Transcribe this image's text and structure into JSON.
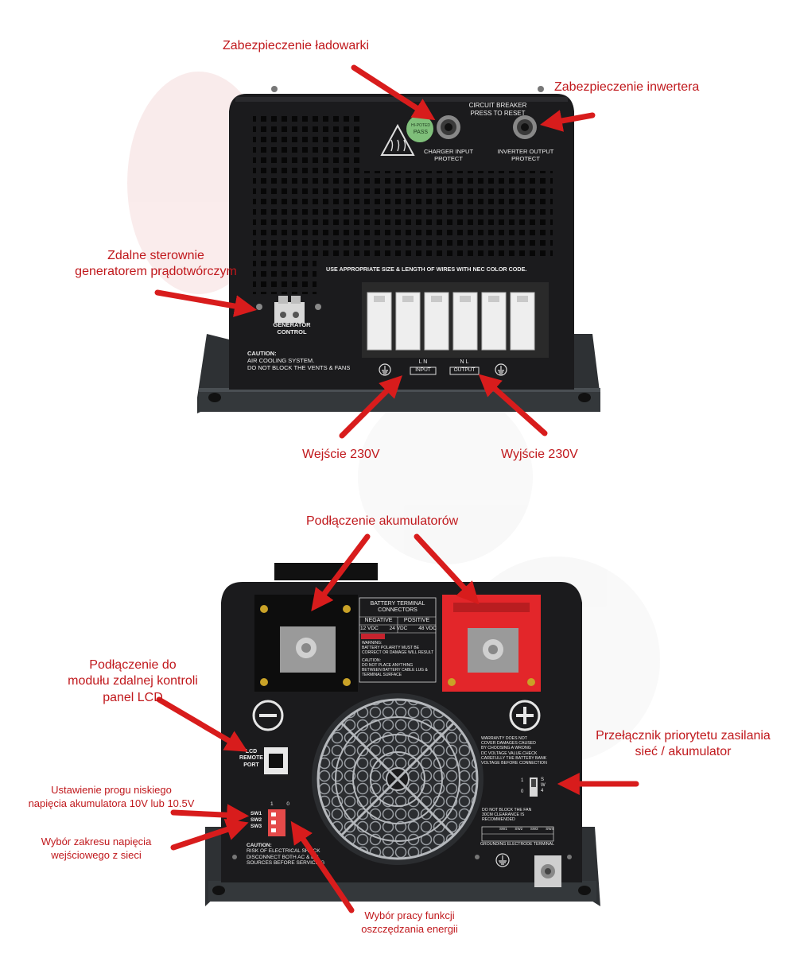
{
  "top_unit": {
    "circuit_breaker_title": [
      "CIRCUIT BREAKER",
      "PRESS TO RESET"
    ],
    "charger_input_protect": [
      "CHARGER INPUT",
      "PROTECT"
    ],
    "inverter_output_protect": [
      "INVERTER OUTPUT",
      "PROTECT"
    ],
    "hipot_sticker": [
      "HI-POTED",
      "PASS"
    ],
    "wire_note": "USE APPROPRIATE SIZE & LENGTH OF WIRES WITH NEC COLOR CODE.",
    "generator_control": [
      "GENERATOR",
      "CONTROL"
    ],
    "caution": [
      "CAUTION:",
      "AIR COOLING SYSTEM.",
      "DO NOT BLOCK THE VENTS & FANS"
    ],
    "input_terminals": "L   N",
    "output_terminals": "N   L",
    "input_label": "INPUT",
    "output_label": "OUTPUT"
  },
  "bottom_unit": {
    "battery_table_title": [
      "BATTERY TERMINAL",
      "CONNECTORS"
    ],
    "negative_label": "NEGATIVE",
    "positive_label": "POSITIVE",
    "voltages": [
      "12 VDC",
      "24 VDC",
      "48 VDC"
    ],
    "warning_text": [
      "WARNING:",
      "BATTERY POLARITY MUST BE",
      "CORRECT OR DAMAGE WILL RESULT"
    ],
    "caution_text": [
      "CAUTION:",
      "DO NOT PLACE ANYTHING",
      "BETWEEN BATTERY CABLE LUG &",
      "TERMINAL SURFACE"
    ],
    "lcd_port": [
      "LCD",
      "REMOTE",
      "PORT"
    ],
    "switch_labels": [
      "SW1",
      "SW2",
      "SW3"
    ],
    "switch_positions": [
      "1",
      "0"
    ],
    "warranty_text": [
      "WARRANTY DOES NOT",
      "COVER DAMAGES CAUSED",
      "BY CHOOSING A WRONG",
      "DC VOLTAGE VALUE.CHECK",
      "CAREFULLY THE BATTERY BANK",
      "VOLTAGE BEFORE CONNECTION"
    ],
    "fan_note": [
      "DO NOT BLOCK THE FAN",
      "30CM CLEARANCE IS",
      "RECOMMENDED"
    ],
    "sw_table_headers": [
      "SW1",
      "SW2",
      "SW3",
      "SW4"
    ],
    "grounding_label": "GROUNDING ELECTRODE TERMINAL",
    "caution_bottom": [
      "CAUTION:",
      "RISK OF ELECTRICAL SHOCK",
      "DISCONNECT BOTH AC & DC",
      "SOURCES BEFORE SERVICING"
    ],
    "priority_switch_letters": [
      "S",
      "W",
      "4"
    ],
    "priority_switch_positions": [
      "1",
      "0"
    ]
  },
  "callouts": {
    "charger_protection": "Zabezpieczenie ładowarki",
    "inverter_protection": "Zabezpieczenie inwertera",
    "generator_remote": [
      "Zdalne sterownie",
      "generatorem prądotwórczym"
    ],
    "input_230": "Wejście 230V",
    "output_230": "Wyjście 230V",
    "battery_connection": "Podłączenie akumulatorów",
    "lcd_module": [
      "Podłączenie do",
      "modułu zdalnej kontroli",
      "panel LCD"
    ],
    "priority_switch": [
      "Przełącznik priorytetu zasilania",
      "sieć / akumulator"
    ],
    "low_voltage_threshold": [
      "Ustawienie progu niskiego",
      "napięcia akumulatora 10V lub 10.5V"
    ],
    "input_voltage_range": [
      "Wybór zakresu napięcia",
      "wejściowego z sieci"
    ],
    "energy_saving": [
      "Wybór pracy funkcji",
      "oszczędzania energii"
    ]
  },
  "colors": {
    "callout_text": "#c0181c",
    "arrow": "#d81c1c",
    "chassis": "#1b1b1d",
    "terminal_red": "#e3262a",
    "sticker_green": "#7fbf7a"
  }
}
